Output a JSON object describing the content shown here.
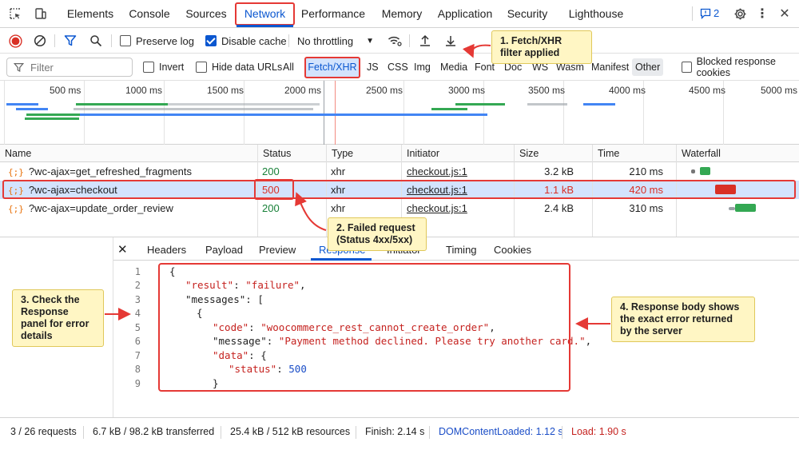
{
  "tabs": {
    "items": [
      "Elements",
      "Console",
      "Sources",
      "Network",
      "Performance",
      "Memory",
      "Application",
      "Security",
      "Lighthouse"
    ],
    "issues_count": "2"
  },
  "toolbar": {
    "preserve_log": "Preserve log",
    "disable_cache": "Disable cache",
    "throttling": "No throttling"
  },
  "filter": {
    "placeholder": "Filter",
    "invert": "Invert",
    "hide_data_urls": "Hide data URLs",
    "types": [
      "All",
      "Fetch/XHR",
      "JS",
      "CSS",
      "Img",
      "Media",
      "Font",
      "Doc",
      "WS",
      "Wasm",
      "Manifest",
      "Other"
    ],
    "blocked_cookies": "Blocked response cookies"
  },
  "overview": {
    "ticks": [
      "500 ms",
      "1000 ms",
      "1500 ms",
      "2000 ms",
      "2500 ms",
      "3000 ms",
      "3500 ms",
      "4000 ms",
      "4500 ms",
      "5000 ms"
    ]
  },
  "table": {
    "headers": [
      "Name",
      "Status",
      "Type",
      "Initiator",
      "Size",
      "Time",
      "Waterfall"
    ],
    "rows": [
      {
        "name": "?wc-ajax=get_refreshed_fragments",
        "status": "200",
        "type": "xhr",
        "initiator": "checkout.js:1",
        "size": "3.2 kB",
        "time": "210 ms"
      },
      {
        "name": "?wc-ajax=checkout",
        "status": "500",
        "type": "xhr",
        "initiator": "checkout.js:1",
        "size": "1.1 kB",
        "time": "420 ms"
      },
      {
        "name": "?wc-ajax=update_order_review",
        "status": "200",
        "type": "xhr",
        "initiator": "checkout.js:1",
        "size": "2.4 kB",
        "time": "310 ms"
      }
    ]
  },
  "details": {
    "tabs": [
      "Headers",
      "Payload",
      "Preview",
      "Response",
      "Initiator",
      "Timing",
      "Cookies"
    ],
    "line_numbers": [
      "1",
      "2",
      "3",
      "4",
      "5",
      "6",
      "7",
      "8",
      "9"
    ],
    "response": {
      "result_key": "\"result\"",
      "result_value": "\"failure\"",
      "messages_key": "\"messages\"",
      "code_key": "\"code\"",
      "code_value": "\"woocommerce_rest_cannot_create_order\"",
      "message_key": "\"message\"",
      "message_value": "\"Payment method declined. Please try another card.\"",
      "data_key": "\"data\"",
      "status_key": "\"status\"",
      "status_value": "500"
    }
  },
  "callouts": {
    "c1": "1. Fetch/XHR filter applied",
    "c2": "2. Failed request (Status 4xx/5xx)",
    "c3": "3. Check the Response panel for error details",
    "c4": "4. Response body shows the exact error returned by the server"
  },
  "statusbar": {
    "requests": "3 / 26 requests",
    "transferred": "6.7 kB / 98.2 kB transferred",
    "resources": "25.4 kB / 512 kB resources",
    "finish": "Finish: 2.14 s",
    "domcontentloaded": "DOMContentLoaded: 1.12 s",
    "load": "Load: 1.90 s"
  },
  "colors": {
    "accent": "#0b57d0",
    "highlight": "#e53935",
    "callout_bg": "#fff6c4",
    "ok": "#188038",
    "error": "#d93025"
  }
}
